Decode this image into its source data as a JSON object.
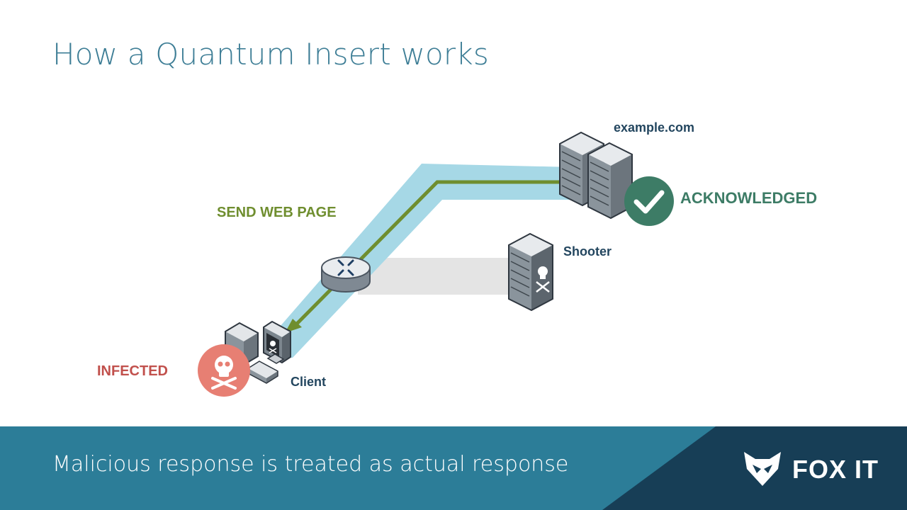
{
  "slide": {
    "title": "How a Quantum Insert works",
    "caption": "Malicious response is treated as actual response"
  },
  "diagram": {
    "server_label": "example.com",
    "shooter_label": "Shooter",
    "client_label": "Client",
    "flow_label": "SEND WEB PAGE",
    "server_status": "ACKNOWLEDGED",
    "client_status": "INFECTED"
  },
  "brand": {
    "name": "FOX IT"
  },
  "colors": {
    "title": "#3e7e96",
    "path_light_blue": "#a6d8e6",
    "path_grey": "#e4e4e4",
    "arrow_green": "#6f8e2f",
    "acknowledged": "#3d7c66",
    "infected": "#c1504c",
    "infected_badge": "#e77f73",
    "label_dark": "#23465f",
    "footer_blue": "#2c7d98",
    "footer_dark": "#173e56"
  }
}
